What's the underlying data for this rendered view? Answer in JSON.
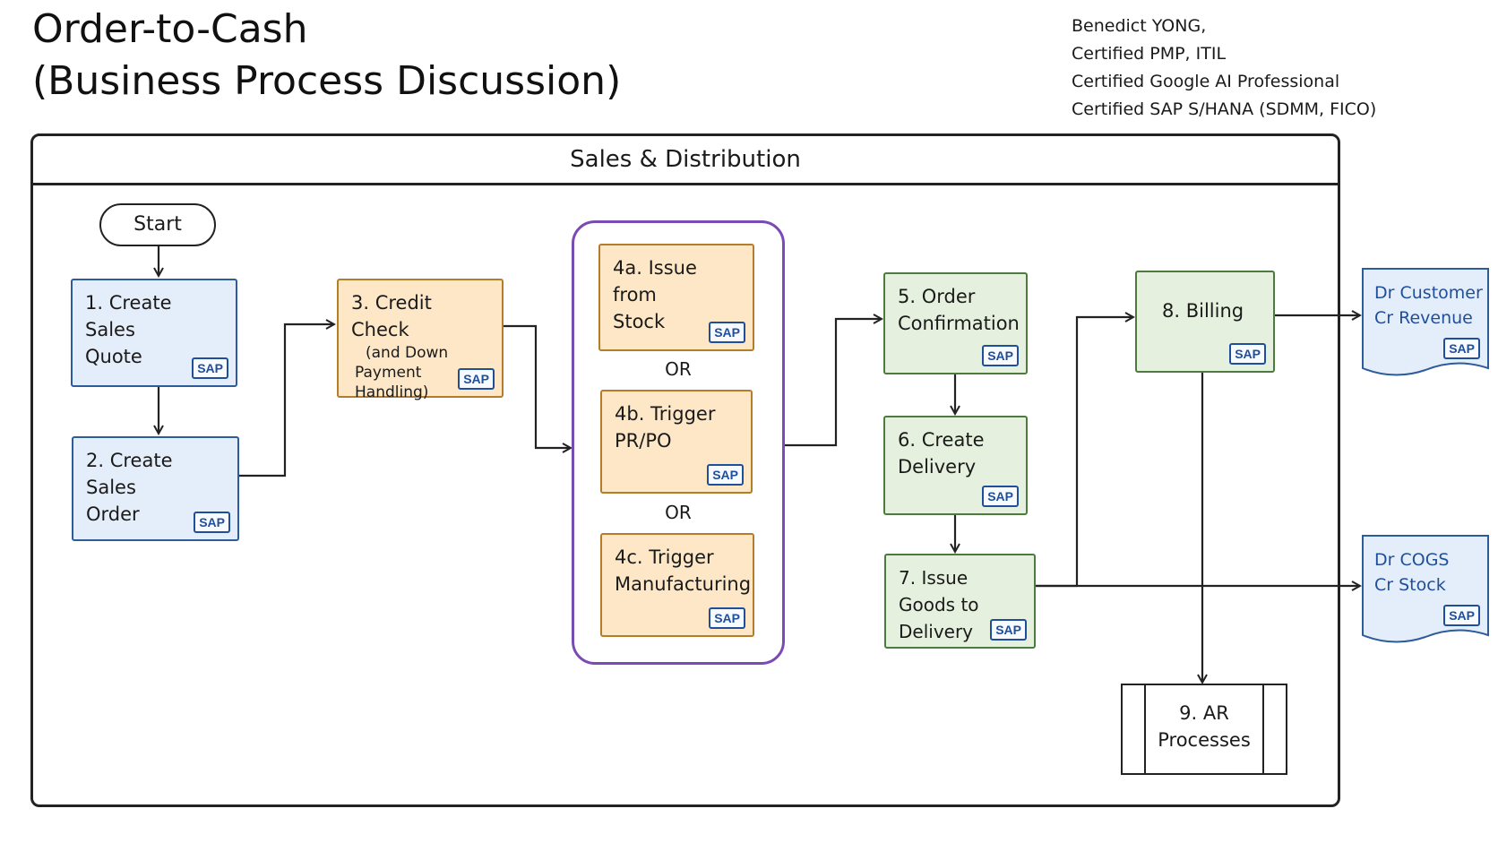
{
  "header": {
    "title_line1": "Order-to-Cash",
    "title_line2": "(Business Process Discussion)",
    "author": [
      "Benedict YONG,",
      "Certified PMP, ITIL",
      "Certified Google AI Professional",
      "Certified SAP S/HANA (SDMM, FICO)"
    ]
  },
  "frame_title": "Sales & Distribution",
  "sap_label": "SAP",
  "or_label": "OR",
  "colors": {
    "blue": "#e4eefb",
    "orange": "#fde7c6",
    "green": "#e5f1de",
    "purple": "#7a4bb5",
    "sap": "#1f4e9a"
  },
  "steps": {
    "start": "Start",
    "s1": [
      "1. Create Sales",
      "Quote"
    ],
    "s2": [
      "2. Create Sales",
      "Order"
    ],
    "s3": {
      "title": "3. Credit Check",
      "sub1": "(and Down",
      "sub2": "Payment Handling)"
    },
    "s4a": [
      "4a. Issue from",
      "Stock"
    ],
    "s4b": [
      "4b. Trigger",
      "PR/PO"
    ],
    "s4c": [
      "4c. Trigger",
      "Manufacturing"
    ],
    "s5": [
      "5. Order",
      "Confirmation"
    ],
    "s6": [
      "6. Create",
      "Delivery"
    ],
    "s7": [
      "7. Issue Goods to",
      "Delivery"
    ],
    "s8": [
      "8. Billing"
    ],
    "s9": [
      "9. AR",
      "Processes"
    ]
  },
  "postings": {
    "revenue": [
      "Dr Customer",
      "Cr Revenue"
    ],
    "cogs": [
      "Dr COGS",
      "Cr Stock"
    ]
  }
}
